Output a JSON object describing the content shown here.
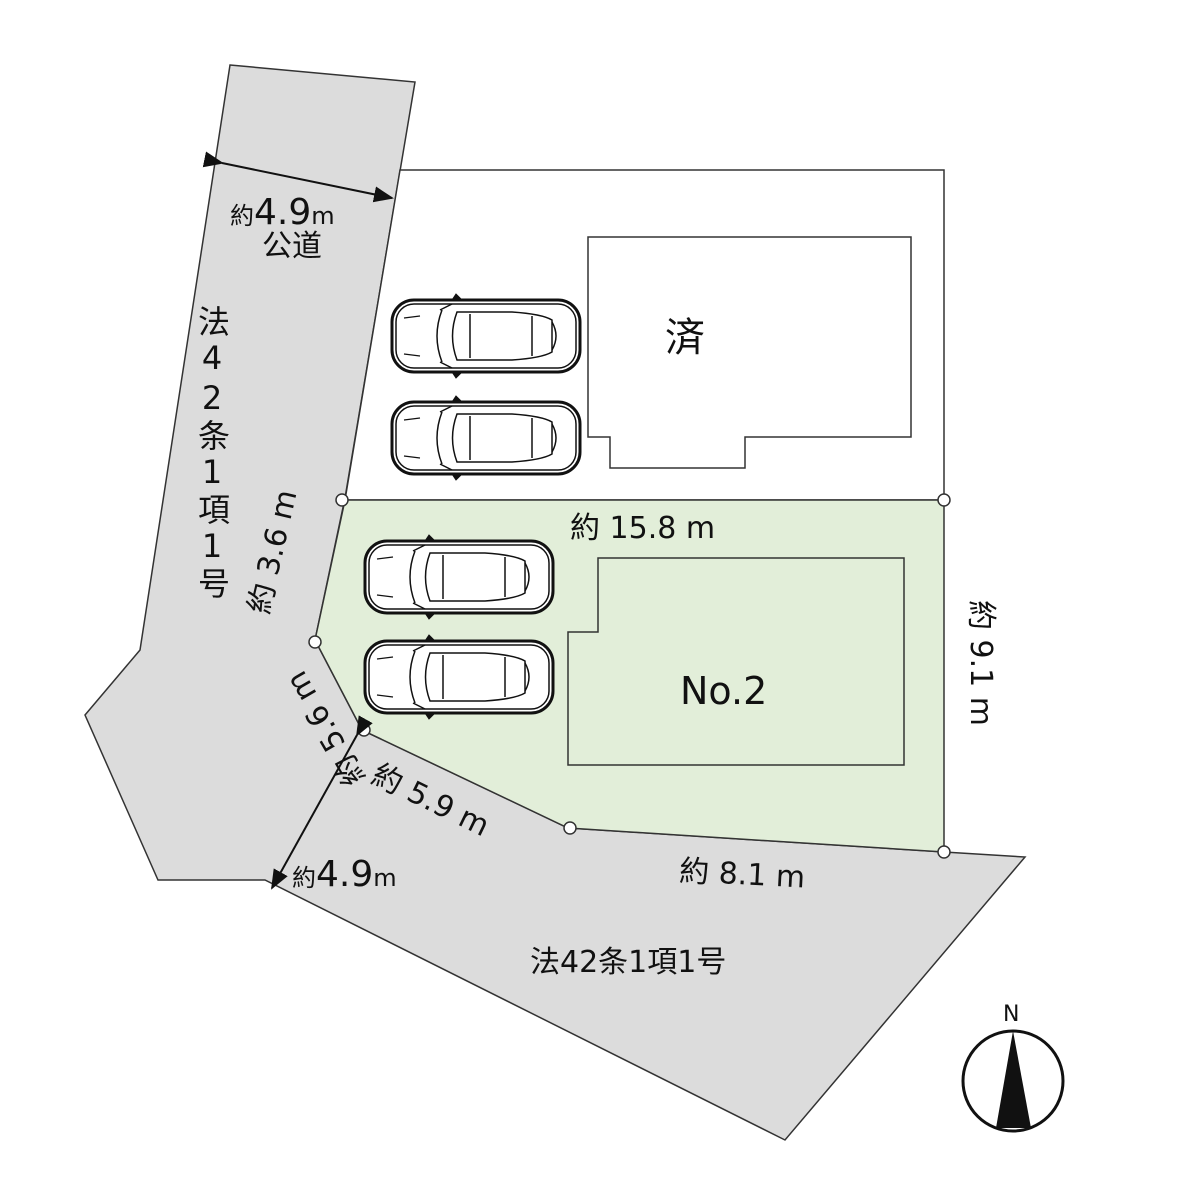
{
  "colors": {
    "road": "#dcdcdc",
    "lot": "#e2eed9",
    "line": "#333333"
  },
  "roads": {
    "north_width": {
      "prefix": "約",
      "value": "4.9",
      "unit": "m"
    },
    "north_type": "公道",
    "west_class": "法42条1項1号",
    "south_width": {
      "prefix": "約",
      "value": "4.9",
      "unit": "m"
    },
    "south_class": "法42条1項1号"
  },
  "buildings": {
    "sold": "済",
    "lot": "No.2"
  },
  "dimensions": {
    "north": "約 15.8 m",
    "east": "約 9.1 m",
    "west_upper": "約 3.6 m",
    "west_lower": "約 5.6 m",
    "south_west": "約 5.9 m",
    "south": "約 8.1 m"
  },
  "compass": {
    "label": "N"
  },
  "icons": [
    "car-icon",
    "compass-icon"
  ]
}
